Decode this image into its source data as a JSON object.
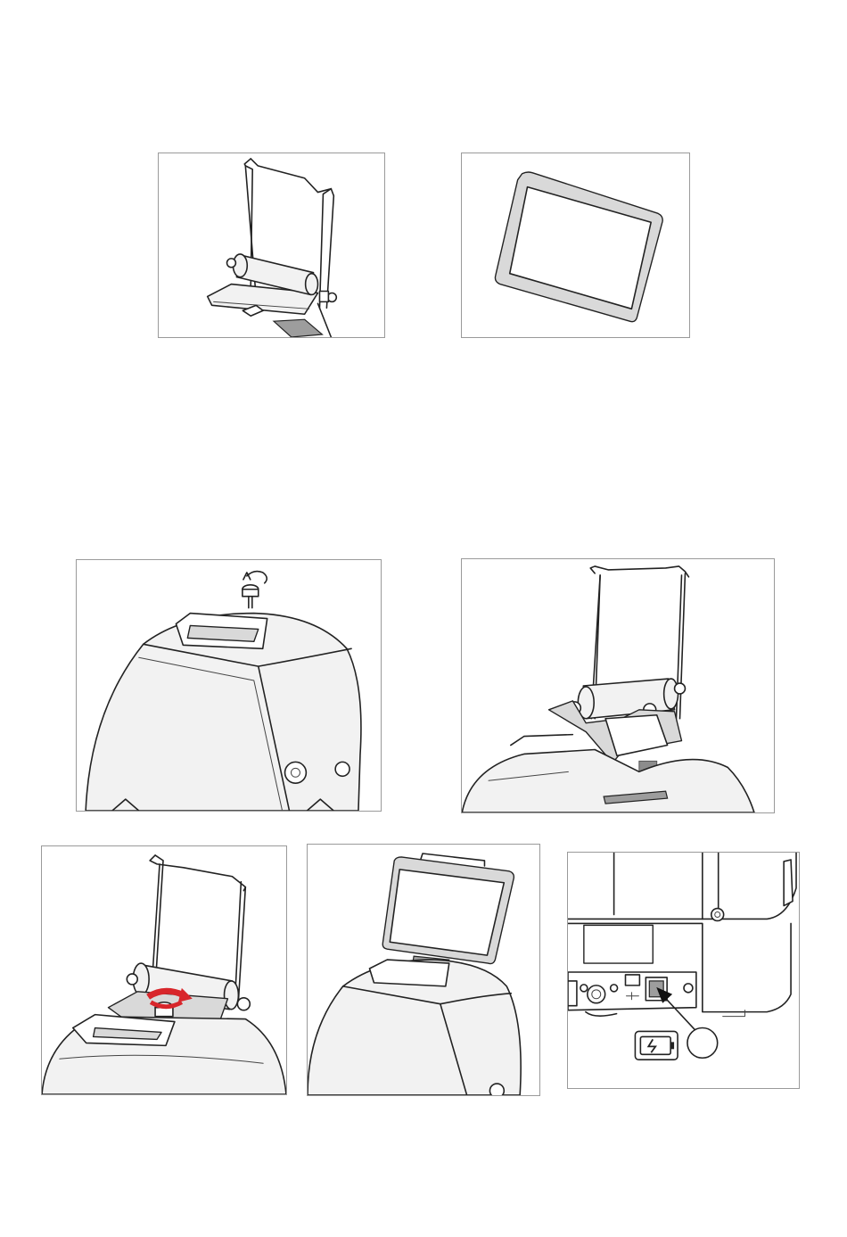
{
  "figures": [
    {
      "id": "stand",
      "description_icon": "tablet-stand-bracket-icon"
    },
    {
      "id": "tablet",
      "description_icon": "tablet-device-icon"
    },
    {
      "id": "step1",
      "description_icon": "remove-screw-icon"
    },
    {
      "id": "step2",
      "description_icon": "insert-bracket-icon"
    },
    {
      "id": "step3",
      "description_icon": "tighten-screw-icon"
    },
    {
      "id": "step4",
      "description_icon": "tablet-mounted-icon"
    },
    {
      "id": "step5",
      "description_icon": "usb-power-connect-icon"
    }
  ],
  "colors": {
    "line": "#222222",
    "panel_border": "#9a9a9a",
    "arrow_red": "#d8262b",
    "arrow_gray": "#8c8c8c"
  }
}
